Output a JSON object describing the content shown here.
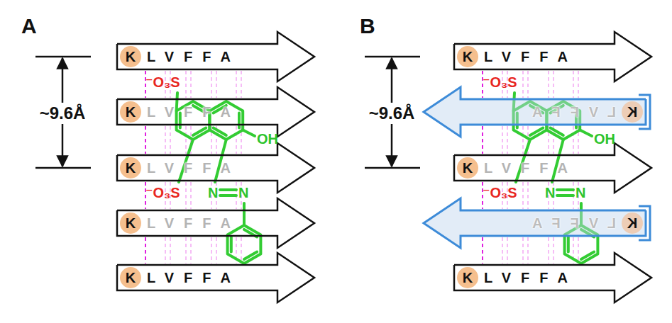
{
  "diagram": {
    "nodes": [
      {
        "text": [
          "K",
          "LVFFA"
        ]
      },
      {
        "text": [
          "K",
          "LVFFA"
        ]
      },
      {
        "text": [
          "K",
          "LVFFA"
        ]
      },
      {
        "text": [
          "K",
          "LVFFA"
        ]
      },
      {
        "text": [
          "K",
          "LVFFA"
        ]
      },
      {
        "text": [
          "K",
          "LVFFA"
        ]
      },
      {
        "text": [
          "K",
          "LVFFA"
        ]
      },
      {
        "text": [
          "K",
          "LVFFA"
        ]
      },
      {
        "text": [
          "K",
          "LVFFA"
        ]
      },
      {
        "text": [
          "K",
          "LVFFA"
        ]
      }
    ],
    "labels": [
      "A",
      "~9.6Å",
      "⁻O₃S",
      "⁻O₃S",
      "OH",
      "N",
      "N",
      "B",
      "~9.6Å",
      "⁻O₃S",
      "⁻O₃S",
      "OH",
      "N",
      "N"
    ]
  }
}
